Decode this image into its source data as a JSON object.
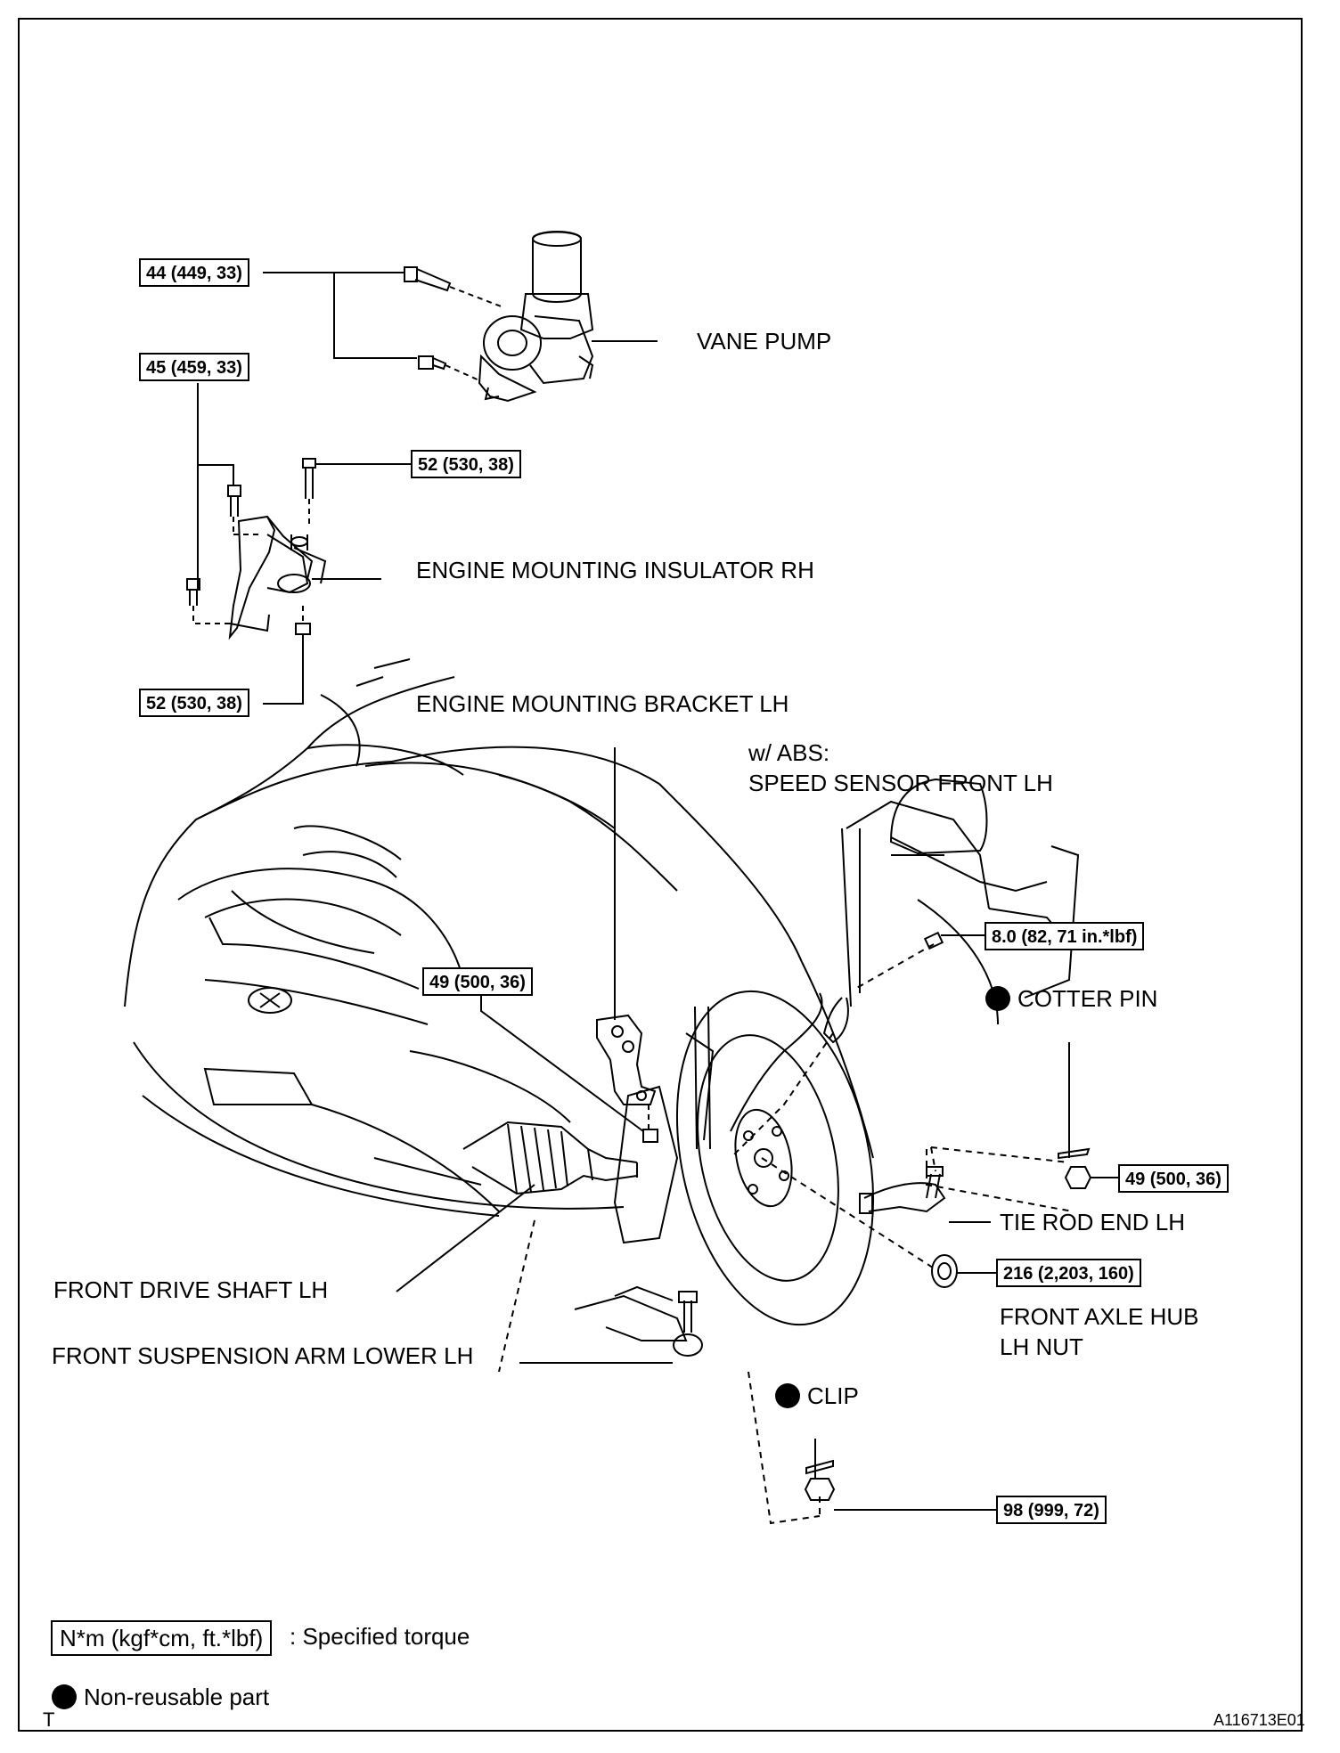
{
  "labels": {
    "vane_pump": "VANE PUMP",
    "insulator_rh": "ENGINE MOUNTING INSULATOR RH",
    "bracket_lh": "ENGINE MOUNTING BRACKET LH",
    "abs_prefix": "w/ ABS:",
    "speed_sensor": "SPEED SENSOR FRONT LH",
    "cotter_pin": "COTTER PIN",
    "tie_rod_end": "TIE ROD END LH",
    "axle_hub_nut_1": "FRONT AXLE HUB",
    "axle_hub_nut_2": "LH NUT",
    "drive_shaft": "FRONT DRIVE SHAFT LH",
    "suspension_arm": "FRONT SUSPENSION ARM LOWER LH",
    "clip": "CLIP"
  },
  "torques": {
    "pump_bolts": "44 (449, 33)",
    "insulator_bolts": "45 (459, 33)",
    "insulator_top": "52 (530, 38)",
    "insulator_nut": "52 (530, 38)",
    "bracket_bolt": "49 (500, 36)",
    "sensor_bolt": "8.0 (82, 71 in.*lbf)",
    "tie_rod_nut": "49 (500, 36)",
    "hub_nut": "216 (2,203, 160)",
    "arm_nut": "98 (999, 72)"
  },
  "legend": {
    "torque_unit": "N*m (kgf*cm, ft.*lbf)",
    "torque_text": ": Specified torque",
    "non_reusable": "Non-reusable part"
  },
  "footer": {
    "left_mark": "T",
    "figure_id": "A116713E01"
  }
}
